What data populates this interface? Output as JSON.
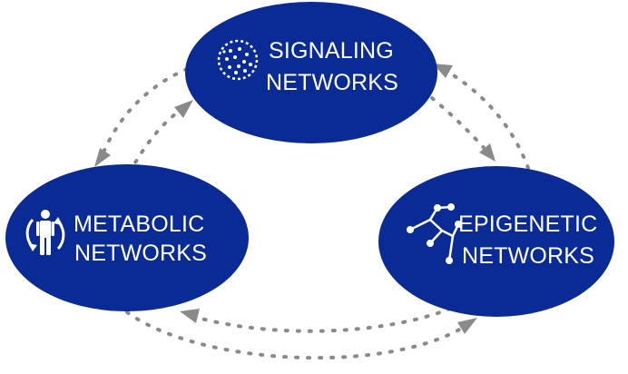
{
  "nodes": {
    "signaling": {
      "line1": "SIGNALING",
      "line2": "NETWORKS",
      "icon": "cell-icon"
    },
    "metabolic": {
      "line1": "METABOLIC",
      "line2": "NETWORKS",
      "icon": "human-cycle-icon"
    },
    "epigenetic": {
      "line1": "EPIGENETIC",
      "line2": "NETWORKS",
      "icon": "molecule-icon"
    }
  },
  "colors": {
    "node_fill": "#0a2a96",
    "arrow": "#8a8a8a",
    "text": "#ffffff"
  }
}
